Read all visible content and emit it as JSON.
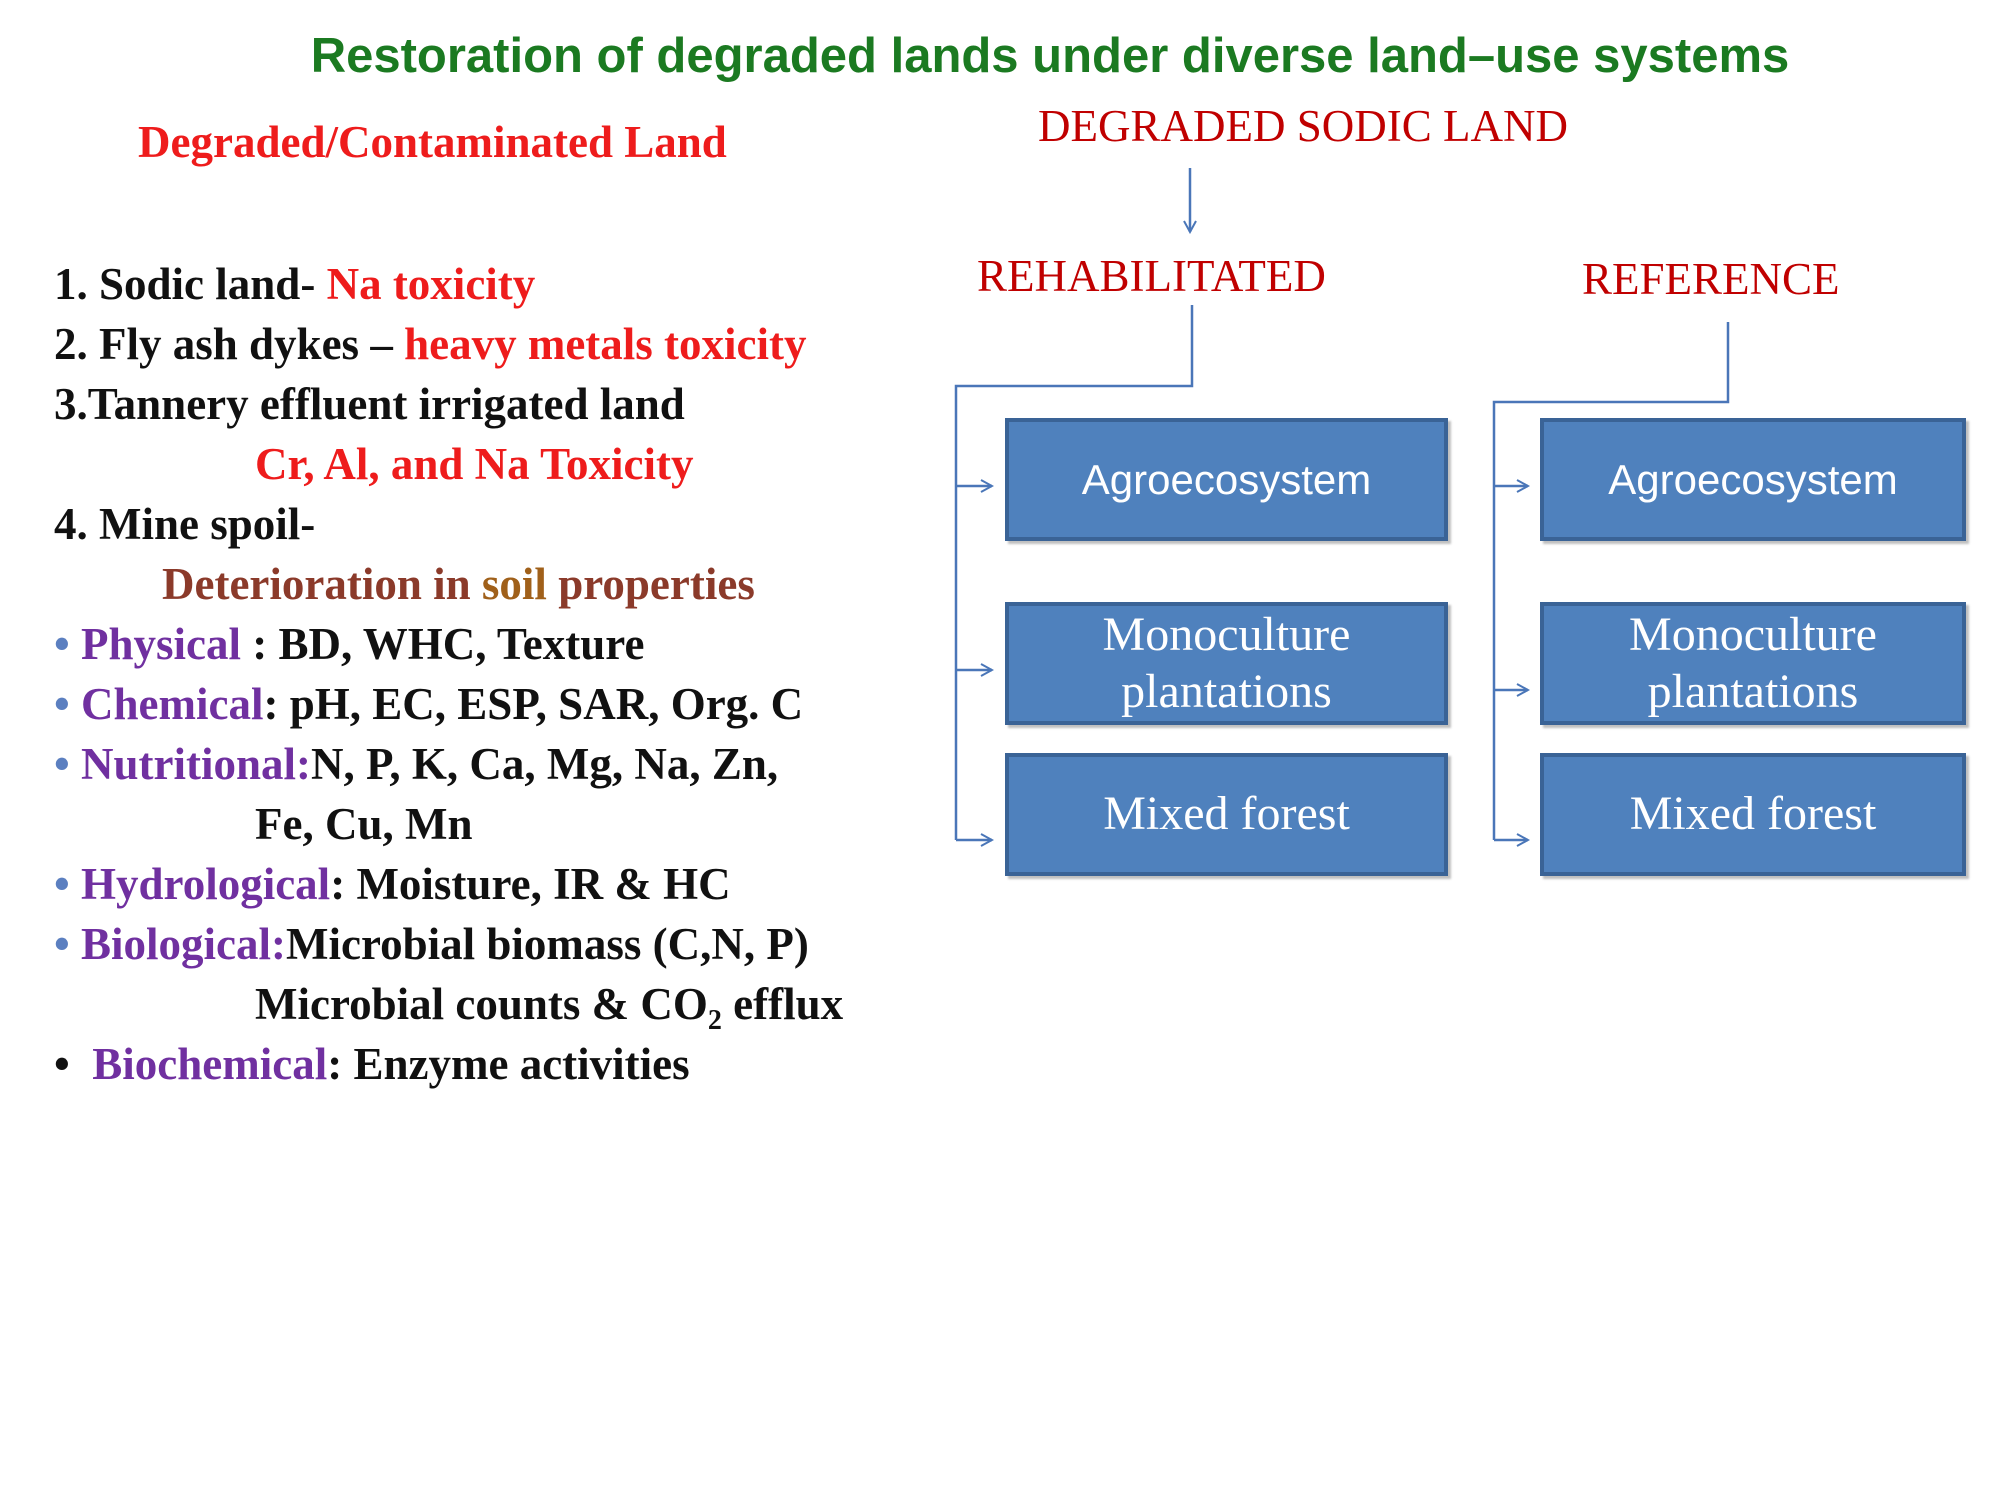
{
  "title": "Restoration of degraded lands under diverse land–use systems",
  "left": {
    "heading": "Degraded/Contaminated Land",
    "items": [
      {
        "prefix": "1. Sodic land- ",
        "highlight": "Na toxicity"
      },
      {
        "prefix": "2. Fly ash dykes – ",
        "highlight": "heavy metals toxicity"
      },
      {
        "prefix": "3.Tannery effluent irrigated land",
        "highlight": ""
      },
      {
        "prefix": "",
        "highlight": "Cr, Al, and Na Toxicity"
      },
      {
        "prefix": "4. Mine spoil-",
        "highlight": ""
      }
    ],
    "deterioration": {
      "part1": "Deterioration in ",
      "part2": "soil",
      "part3": " properties"
    },
    "properties": [
      {
        "label": "Physical",
        "sep": " : ",
        "text": "BD, WHC,  Texture"
      },
      {
        "label": "Chemical",
        "sep": ": ",
        "text": "pH, EC, ESP, SAR, Org. C"
      },
      {
        "label": "Nutritional:",
        "sep": "",
        "text": "N, P,  K, Ca, Mg, Na, Zn,"
      },
      {
        "label": "",
        "sep": "",
        "text": "Fe, Cu,  Mn"
      },
      {
        "label": "Hydrological",
        "sep": ": ",
        "text": "Moisture,  IR & HC"
      },
      {
        "label": "Biological:",
        "sep": "",
        "text": "Microbial  biomass (C,N, P)"
      },
      {
        "label": "",
        "sep": "",
        "text_pre": "Microbial counts & CO",
        "text_sub": "2",
        "text_post": " efflux"
      },
      {
        "label": "Biochemical",
        "sep": ": ",
        "text": "Enzyme activities"
      }
    ]
  },
  "diagram": {
    "root": "DEGRADED SODIC LAND",
    "branches": [
      {
        "label": "REHABILITATED",
        "boxes": [
          "Agroecosystem",
          "Monoculture\nplantations",
          "Mixed forest"
        ]
      },
      {
        "label": "REFERENCE",
        "boxes": [
          "Agroecosystem",
          "Monoculture\nplantations",
          "Mixed forest"
        ]
      }
    ]
  },
  "colors": {
    "title": "#1b7a21",
    "red": "#ee1c1c",
    "purple": "#7030a0",
    "box_fill": "#4f81bd",
    "arrow": "#4a76b8",
    "diagram_text": "#c00000"
  }
}
